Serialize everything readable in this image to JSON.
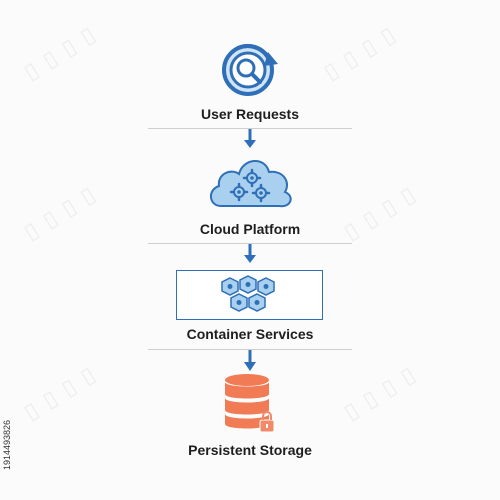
{
  "diagram": {
    "steps": [
      {
        "label": "User Requests",
        "icon": "search-refresh-icon"
      },
      {
        "label": "Cloud Platform",
        "icon": "cloud-gears-icon"
      },
      {
        "label": "Container Services",
        "icon": "hexagon-containers-icon"
      },
      {
        "label": "Persistent Storage",
        "icon": "locked-database-icon"
      }
    ],
    "colors": {
      "blue_primary": "#2f6fb7",
      "blue_light": "#a9d0ee",
      "blue_fill": "#cfe4f6",
      "storage_orange": "#f07b55",
      "lock_orange": "#f28a6a",
      "divider": "#cfcfcf"
    }
  },
  "side_id": "1914493826"
}
